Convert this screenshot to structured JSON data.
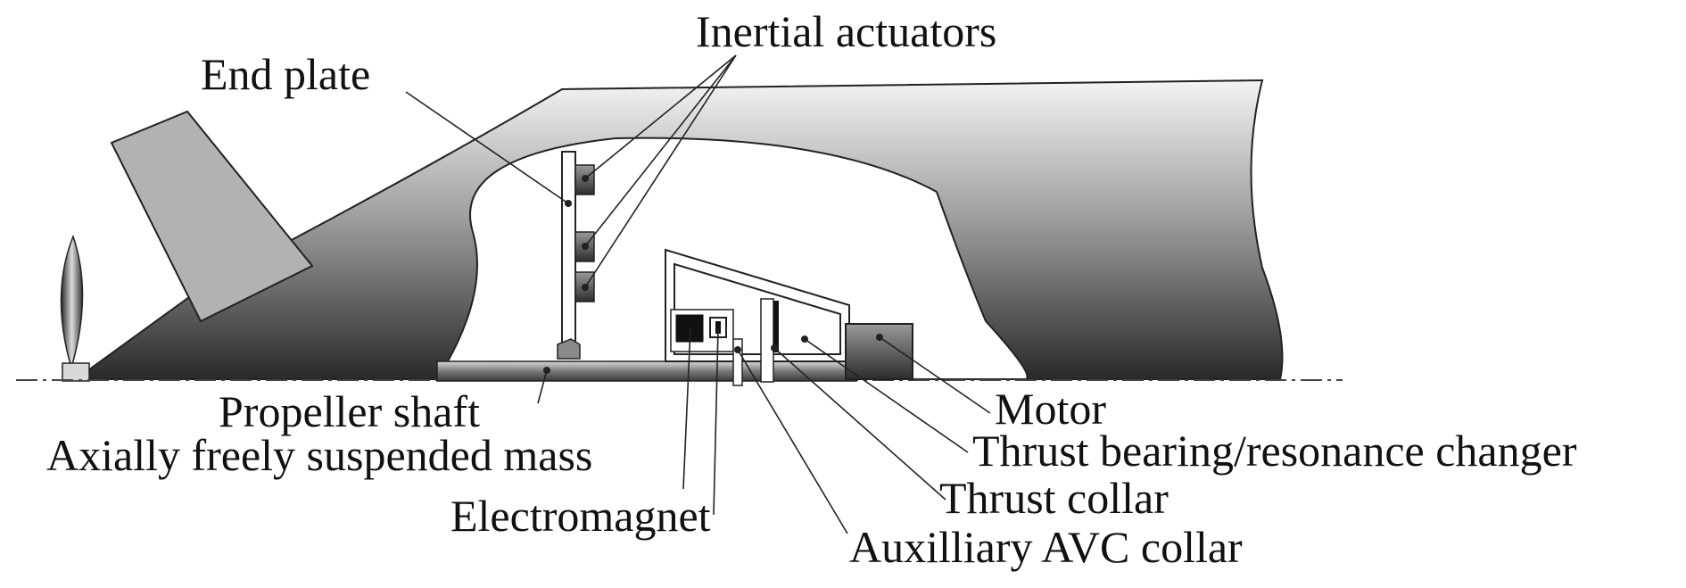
{
  "labels": {
    "inertial_actuators": "Inertial actuators",
    "end_plate": "End plate",
    "motor": "Motor",
    "propeller_shaft": "Propeller shaft",
    "thrust_bearing": "Thrust bearing/resonance changer",
    "suspended_mass": "Axially freely suspended mass",
    "thrust_collar": "Thrust collar",
    "electromagnet": "Electromagnet",
    "avc_collar": "Auxilliary AVC collar"
  }
}
